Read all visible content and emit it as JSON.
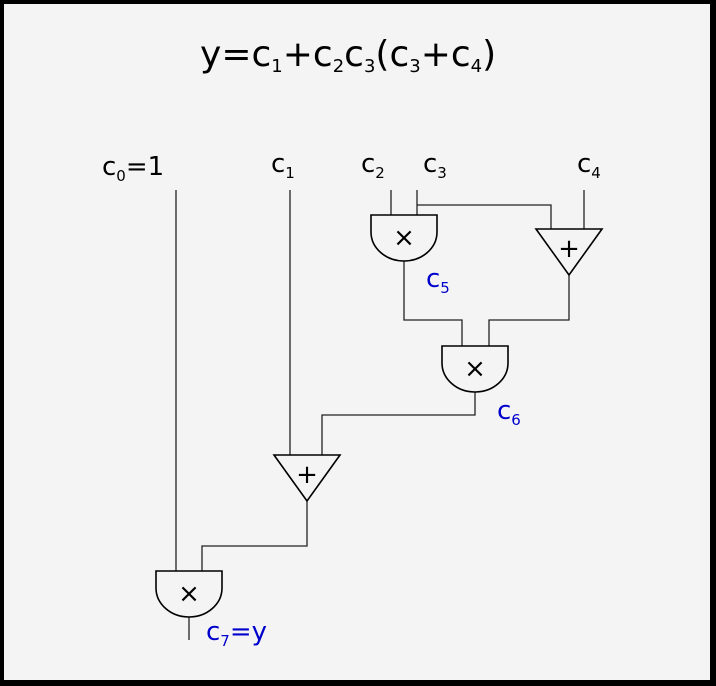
{
  "formula": {
    "y": "y",
    "eq": "=",
    "c1": "c",
    "c1_sub": "1",
    "plus1": "+",
    "c2": "c",
    "c2_sub": "2",
    "c3": "c",
    "c3_sub": "3",
    "lparen": "(",
    "c3b": "c",
    "c3b_sub": "3",
    "plus2": "+",
    "c4": "c",
    "c4_sub": "4",
    "rparen": ")"
  },
  "inputs": {
    "c0": {
      "base": "c",
      "sub": "0",
      "suffix": "=1"
    },
    "c1": {
      "base": "c",
      "sub": "1"
    },
    "c2": {
      "base": "c",
      "sub": "2"
    },
    "c3": {
      "base": "c",
      "sub": "3"
    },
    "c4": {
      "base": "c",
      "sub": "4"
    }
  },
  "gates": {
    "mult_c5": {
      "symbol": "×",
      "label_base": "c",
      "label_sub": "5"
    },
    "add_c3c4": {
      "symbol": "+"
    },
    "mult_c6": {
      "symbol": "×",
      "label_base": "c",
      "label_sub": "6"
    },
    "add_c1": {
      "symbol": "+"
    },
    "mult_c7": {
      "symbol": "×",
      "label_base": "c",
      "label_sub": "7",
      "label_suffix": "=y"
    }
  },
  "colors": {
    "intermediate_label": "#0000cc",
    "background": "#f4f4f4",
    "border": "#000000"
  }
}
